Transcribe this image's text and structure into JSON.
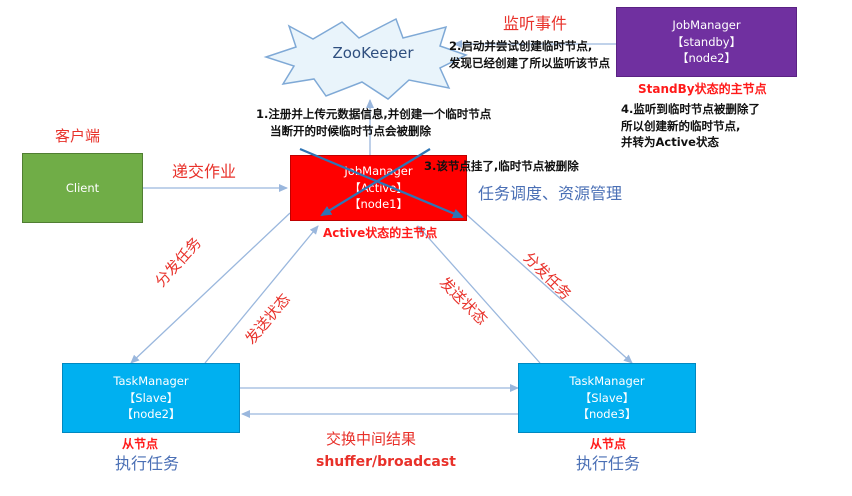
{
  "colors": {
    "zookeeper_fill": "#e9f4fb",
    "zookeeper_stroke": "#7fa9d6",
    "standby_fill": "#7030a0",
    "active_fill": "#ff0000",
    "client_fill": "#70ad47",
    "task_fill": "#00b0f0",
    "arrow": "#9ab7dd",
    "cross": "#2e75b6",
    "red_text": "#e8312a",
    "blue_text": "#4a6fb5"
  },
  "zookeeper": {
    "label": "ZooKeeper"
  },
  "standby": {
    "line1": "JobManager",
    "line2": "【standby】",
    "line3": "【node2】",
    "tag": "StandBy状态的主节点"
  },
  "active": {
    "line1": "JobManager",
    "line2": "【Active】",
    "line3": "【node1】",
    "tag": "Active状态的主节点"
  },
  "client": {
    "label": "Client",
    "caption": "客户端"
  },
  "tm_left": {
    "line1": "TaskManager",
    "line2": "【Slave】",
    "line3": "【node2】",
    "tag": "从节点",
    "caption": "执行任务"
  },
  "tm_right": {
    "line1": "TaskManager",
    "line2": "【Slave】",
    "line3": "【node3】",
    "tag": "从节点",
    "caption": "执行任务"
  },
  "labels": {
    "listen_event": "监听事件",
    "submit_job": "递交作业",
    "scheduling": "任务调度、资源管理",
    "dispatch_left": "分发任务",
    "status_left": "发送状态",
    "status_right": "发送状态",
    "dispatch_right": "分发任务",
    "exchange": "交换中间结果",
    "shuffle": "shuffer/broadcast"
  },
  "notes": {
    "step1_line1": "1.注册并上传元数据信息,并创建一个临时节点",
    "step1_line2": "当断开的时候临时节点会被删除",
    "step2_line1": "2.启动并尝试创建临时节点,",
    "step2_line2": "发现已经创建了所以监听该节点",
    "step3": "3.该节点挂了,临时节点被删除",
    "step4_line1": "4.监听到临时节点被删除了",
    "step4_line2": "所以创建新的临时节点,",
    "step4_line3": "并转为Active状态"
  }
}
